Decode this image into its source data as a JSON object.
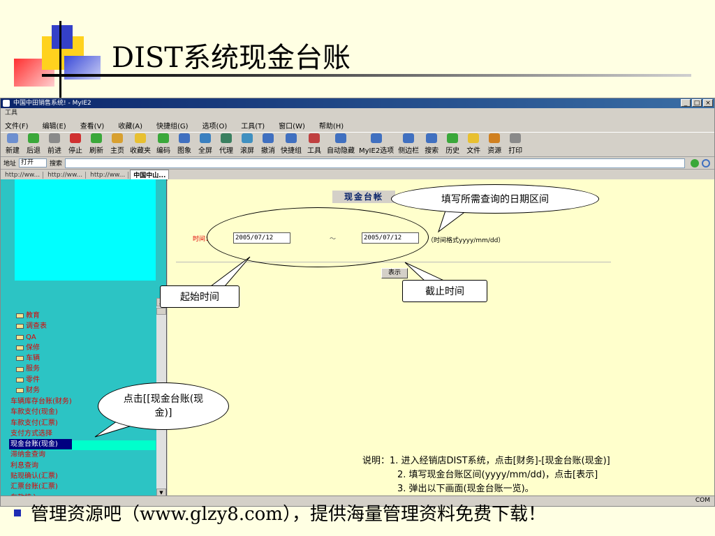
{
  "slide": {
    "title": "DIST系统现金台账",
    "footer": "管理资源吧（www.glzy8.com），提供海量管理资料免费下载！"
  },
  "window": {
    "title": "中国中田销售系统! - MyIE2",
    "controls": [
      "_",
      "□",
      "×"
    ],
    "toolbar_label": "工具"
  },
  "menu": [
    "文件(F)",
    "编辑(E)",
    "查看(V)",
    "收藏(A)",
    "快捷组(G)",
    "选项(O)",
    "工具(T)",
    "窗口(W)",
    "帮助(H)"
  ],
  "toolbar": [
    {
      "label": "新建",
      "color": "#6d8fd0"
    },
    {
      "label": "后退",
      "color": "#3aa83a"
    },
    {
      "label": "前进",
      "color": "#8a8a8a"
    },
    {
      "label": "停止",
      "color": "#d03030"
    },
    {
      "label": "刷新",
      "color": "#3aa83a"
    },
    {
      "label": "主页",
      "color": "#d8a030"
    },
    {
      "label": "收藏夹",
      "color": "#e8c030"
    },
    {
      "label": "编码",
      "color": "#3aa83a"
    },
    {
      "label": "图象",
      "color": "#4070c0"
    },
    {
      "label": "全屏",
      "color": "#3a80c0"
    },
    {
      "label": "代理",
      "color": "#3a8060"
    },
    {
      "label": "滚屏",
      "color": "#4090c0"
    },
    {
      "label": "撤消",
      "color": "#4070c0"
    },
    {
      "label": "快捷组",
      "color": "#4070c0"
    },
    {
      "label": "工具",
      "color": "#c04040"
    },
    {
      "label": "自动隐藏",
      "color": "#4070c0"
    },
    {
      "label": "MyIE2选项",
      "color": "#4070c0"
    },
    {
      "label": "侧边栏",
      "color": "#4070c0"
    },
    {
      "label": "搜索",
      "color": "#4070c0"
    },
    {
      "label": "历史",
      "color": "#3aa83a"
    },
    {
      "label": "文件",
      "color": "#e8c030"
    },
    {
      "label": "资源",
      "color": "#d08020"
    },
    {
      "label": "打印",
      "color": "#8a8a8a"
    }
  ],
  "address": {
    "label": "地址",
    "mode": "打开",
    "search_label": "搜索"
  },
  "tabs": [
    "http://ww...",
    "http://ww...",
    "http://ww...",
    "中国中山..."
  ],
  "tree": [
    "教育",
    "调查表",
    "QA",
    "保修",
    "车辆",
    "服务",
    "零件",
    "财务"
  ],
  "finance_sub": [
    "车辆库存台账(财务)",
    "车款支付(现金)",
    "车款支付(汇票)",
    "支付方式选择",
    "现金台账(现金)",
    "滞纳金查询",
    "利息查询",
    "贴现确认(汇票)",
    "汇票台账(汇票)",
    "车款核入"
  ],
  "form": {
    "title": "现金台帐",
    "time_label": "时间：",
    "start_date": "2005/07/12",
    "separator": "～",
    "end_date": "2005/07/12",
    "format_hint": "（时间格式yyyy/mm/dd）",
    "show_button": "表示"
  },
  "callouts": {
    "date_range": "填写所需查询的日期区间",
    "start_time": "起始时间",
    "end_time": "截止时间",
    "click_item": "点击[[现金台账(现金)]"
  },
  "description": {
    "prefix": "说明：",
    "lines": [
      "1. 进入经销店DIST系统，点击[财务]-[现金台账(现金)]",
      "2. 填写现金台账区间(yyyy/mm/dd)，点击[表示]",
      "3. 弹出以下画面(现金台账一览)。"
    ]
  },
  "status": {
    "right": "COM"
  }
}
